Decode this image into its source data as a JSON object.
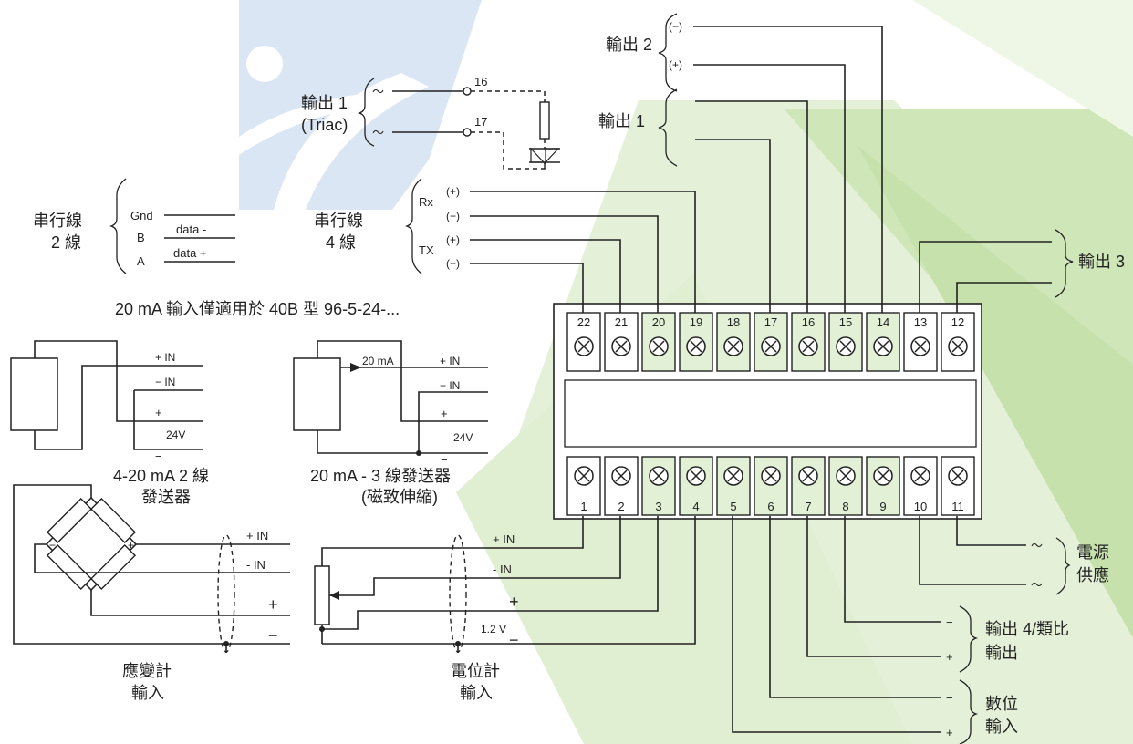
{
  "outputs": {
    "out2_label": "輸出 2",
    "out2_minus": "(−)",
    "out2_plus": "(+)",
    "out1_label": "輸出 1",
    "triac_label_1": "輸出 1",
    "triac_label_2": "(Triac)",
    "triac_pin_a": "16",
    "triac_pin_b": "17",
    "out3_label": "輸出 3",
    "out4_label_1": "輸出 4/類比",
    "out4_label_2": "輸出",
    "digital_label_1": "數位",
    "digital_label_2": "輸入",
    "power_label_1": "電源",
    "power_label_2": "供應"
  },
  "serial2": {
    "title_1": "串行線",
    "title_2": "2 線",
    "gnd": "Gnd",
    "b": "B",
    "a": "A",
    "data_minus": "data -",
    "data_plus": "data +"
  },
  "serial4": {
    "title_1": "串行線",
    "title_2": "4 線",
    "rx": "Rx",
    "tx": "TX",
    "rx_plus": "(+)",
    "rx_minus": "(−)",
    "tx_plus": "(+)",
    "tx_minus": "(−)"
  },
  "note_20ma": "20 mA 輸入僅適用於 40B 型 96-5-24-...",
  "transmitter2": {
    "in_plus": "+ IN",
    "in_minus": "− IN",
    "plus": "+",
    "minus": "−",
    "v24": "24V",
    "caption_1": "4-20 mA 2 線",
    "caption_2": "發送器"
  },
  "transmitter3": {
    "ma": "20 mA",
    "in_plus": "+ IN",
    "in_minus": "− IN",
    "plus": "+",
    "minus": "−",
    "v24": "24V",
    "caption_1": "20 mA - 3 線發送器",
    "caption_2": "(磁致伸縮)"
  },
  "strain": {
    "in_plus": "+ IN",
    "in_minus": "- IN",
    "plus": "+",
    "minus": "−",
    "caption_1": "應變計",
    "caption_2": "輸入"
  },
  "pot": {
    "in_plus": "+ IN",
    "in_minus": "- IN",
    "plus": "+",
    "minus": "−",
    "v12": "1.2 V",
    "caption_1": "電位計",
    "caption_2": "輸入"
  },
  "terminals_top": [
    "22",
    "21",
    "20",
    "19",
    "18",
    "17",
    "16",
    "15",
    "14",
    "13",
    "12"
  ],
  "terminals_bottom": [
    "1",
    "2",
    "3",
    "4",
    "5",
    "6",
    "7",
    "8",
    "9",
    "10",
    "11"
  ],
  "colors": {
    "bg_green": "#d9ecc8",
    "bg_green_dark": "#c3e0a8",
    "logo_blue": "#dbe6f4",
    "terminal_green": "#e2f0d6",
    "line": "#222222"
  }
}
